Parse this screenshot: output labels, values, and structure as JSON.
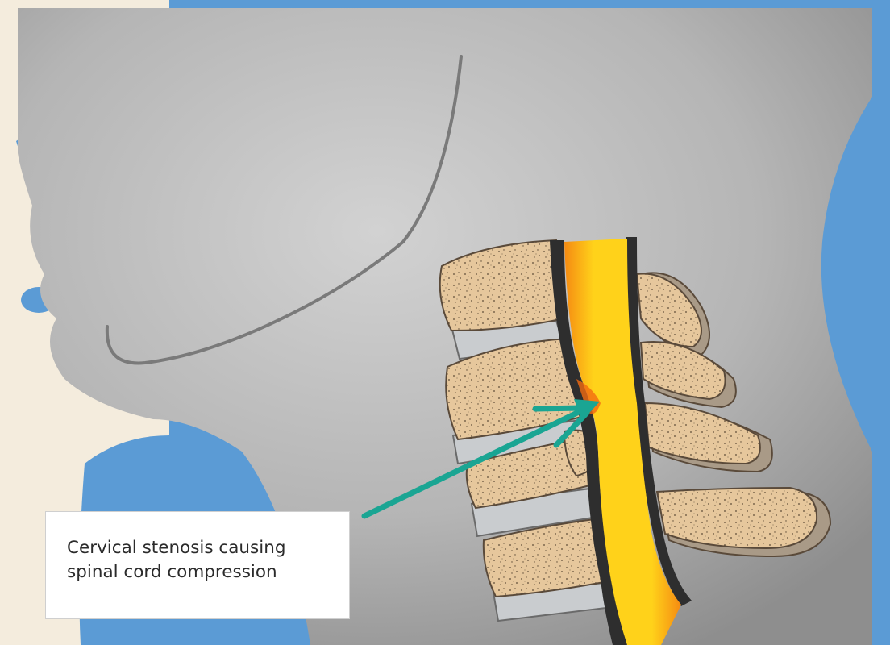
{
  "illustration": {
    "subject": "cervical-spine-cross-section",
    "colors": {
      "background_paper": "#f4ecdd",
      "background_blue": "#5b9bd5",
      "head_neck_silhouette": "#b3b3b3",
      "vertebra_bone": "#e6c79c",
      "intervertebral_disc": "#c9cccf",
      "spinal_cord": "#ffd21a",
      "cord_compression": "#f26a10",
      "dura": "#2e2e2e",
      "arrow": "#1aa593"
    }
  },
  "caption": {
    "line1": "Cervical stenosis causing",
    "line2": "spinal cord compression"
  }
}
